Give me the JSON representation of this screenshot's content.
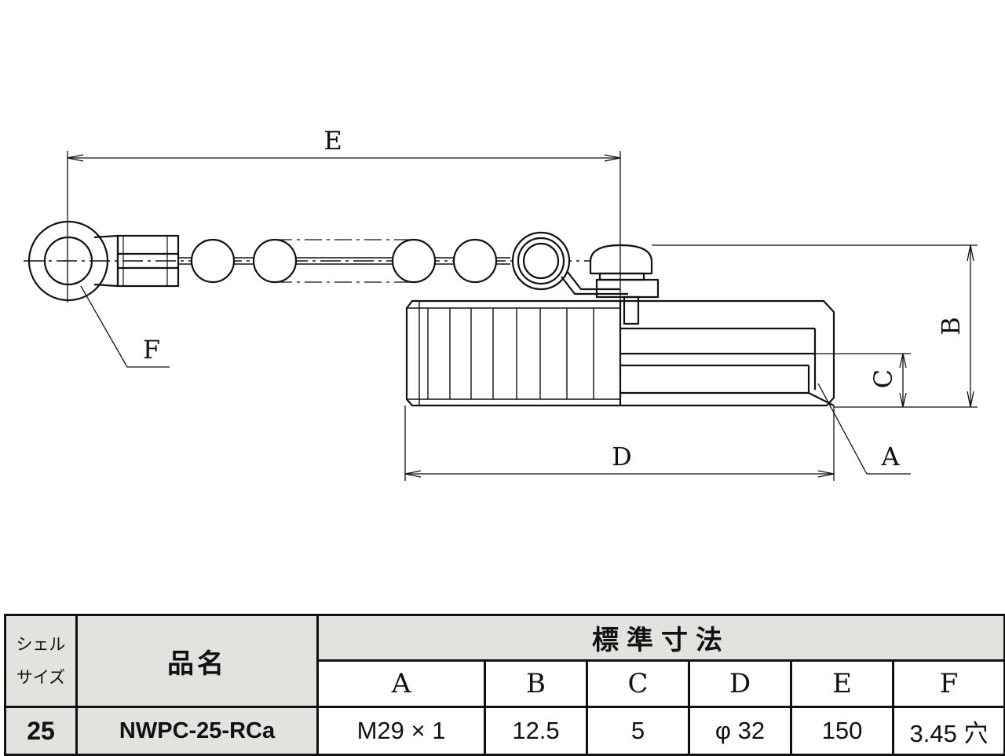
{
  "drawing": {
    "labels": {
      "a": "A",
      "b": "B",
      "c": "C",
      "d": "D",
      "e": "E",
      "f": "F"
    }
  },
  "table": {
    "shell_size_header_line1": "シェル",
    "shell_size_header_line2": "サイズ",
    "product_name_header": "品名",
    "standard_dims_header": "標準寸法",
    "columns": [
      "A",
      "B",
      "C",
      "D",
      "E",
      "F"
    ],
    "rows": [
      {
        "shell_size": "25",
        "product_name": "NWPC-25-RCa",
        "values": [
          "M29 × 1",
          "12.5",
          "5",
          "φ 32",
          "150",
          "3.45 穴"
        ]
      }
    ]
  }
}
